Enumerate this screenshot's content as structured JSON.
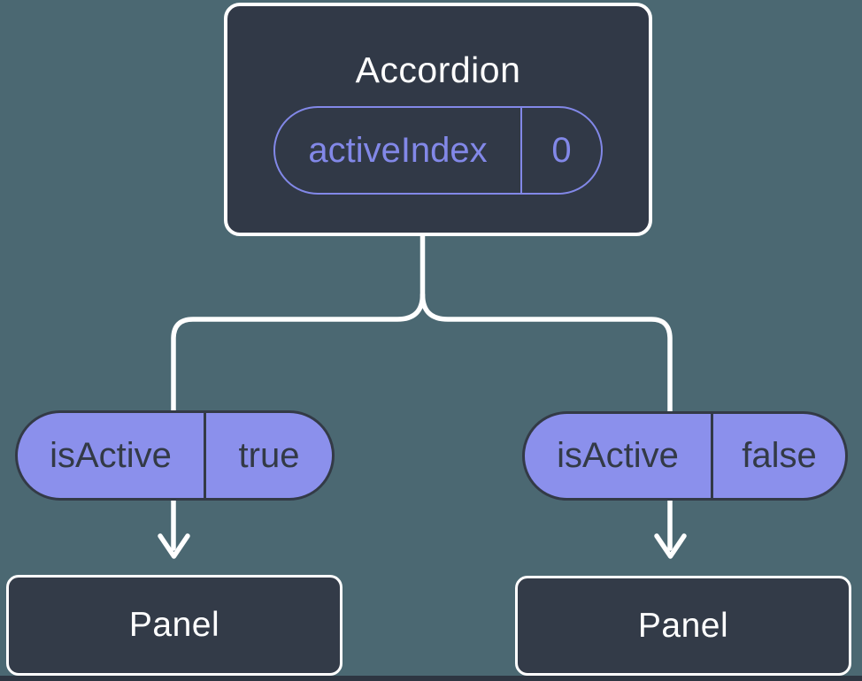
{
  "colors": {
    "background": "#4B6872",
    "node_fill": "#313947",
    "node_border": "#FFFFFF",
    "accent_purple": "#8288E8",
    "pill_fill": "#8B90EC",
    "pill_text": "#333A46",
    "connector": "#FFFFFF",
    "bottom_strip": "#2E3642"
  },
  "diagram": {
    "root": {
      "title": "Accordion",
      "state": {
        "name": "activeIndex",
        "value": "0"
      }
    },
    "children": [
      {
        "prop": {
          "name": "isActive",
          "value": "true"
        },
        "child_label": "Panel"
      },
      {
        "prop": {
          "name": "isActive",
          "value": "false"
        },
        "child_label": "Panel"
      }
    ]
  }
}
